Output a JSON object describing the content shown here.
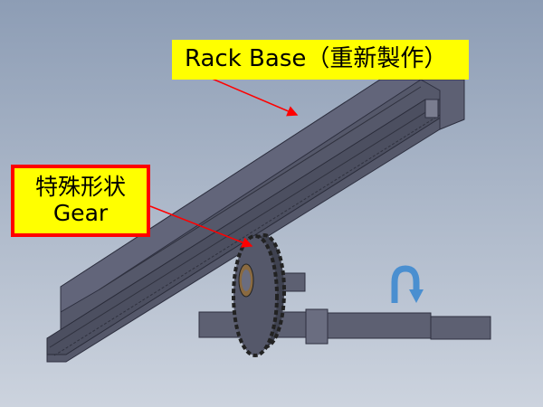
{
  "labels": {
    "rack_base": "Rack Base（重新製作）",
    "gear_line1": "特殊形状",
    "gear_line2": "Gear"
  },
  "colors": {
    "label_bg": "#ffff00",
    "label_border": "#ff0000",
    "arrow": "#ff0000",
    "rotation_arrow": "#4a8fd0",
    "part": "#5a5d6e"
  }
}
